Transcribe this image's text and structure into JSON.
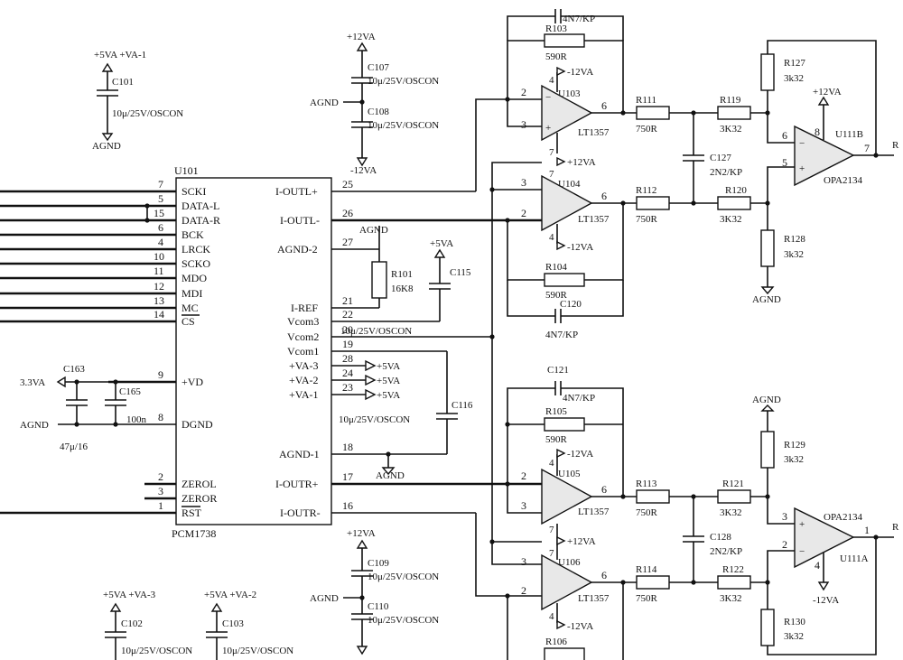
{
  "ic": {
    "name": "PCM1738",
    "ref": "U101",
    "left_pins": [
      {
        "num": "7",
        "name": "SCKI"
      },
      {
        "num": "5",
        "name": "DATA-L"
      },
      {
        "num": "15",
        "name": "DATA-R"
      },
      {
        "num": "6",
        "name": "BCK"
      },
      {
        "num": "4",
        "name": "LRCK"
      },
      {
        "num": "10",
        "name": "SCKO"
      },
      {
        "num": "11",
        "name": "MDO"
      },
      {
        "num": "12",
        "name": "MDI"
      },
      {
        "num": "13",
        "name": "MC"
      },
      {
        "num": "14",
        "name": "CS"
      },
      {
        "num": "9",
        "name": "+VD"
      },
      {
        "num": "8",
        "name": "DGND"
      },
      {
        "num": "2",
        "name": "ZEROL"
      },
      {
        "num": "3",
        "name": "ZEROR"
      },
      {
        "num": "1",
        "name": "RST"
      }
    ],
    "right_pins": [
      {
        "num": "25",
        "name": "I-OUTL+"
      },
      {
        "num": "26",
        "name": "I-OUTL-"
      },
      {
        "num": "27",
        "name": "AGND-2"
      },
      {
        "num": "21",
        "name": "I-REF"
      },
      {
        "num": "22",
        "name": "Vcom3"
      },
      {
        "num": "20",
        "name": "Vcom2"
      },
      {
        "num": "19",
        "name": "Vcom1"
      },
      {
        "num": "28",
        "name": "+VA-3"
      },
      {
        "num": "24",
        "name": "+VA-2"
      },
      {
        "num": "23",
        "name": "+VA-1"
      },
      {
        "num": "18",
        "name": "AGND-1"
      },
      {
        "num": "17",
        "name": "I-OUTR+"
      },
      {
        "num": "16",
        "name": "I-OUTR-"
      }
    ]
  },
  "power": {
    "p5va_va1": "+5VA +VA-1",
    "p12va": "+12VA",
    "m12va": "-12VA",
    "p5va": "+5VA",
    "p33va": "3.3VA",
    "p5va_va3": "+5VA +VA-3",
    "p5va_va2": "+5VA +VA-2",
    "agnd": "AGND"
  },
  "caps": {
    "c101": "C101",
    "c101_val": "10μ/25V/OSCON",
    "c107": "C107",
    "c107_val": "10μ/25V/OSCON",
    "c108": "C108",
    "c108_val": "10μ/25V/OSCON",
    "c115": "C115",
    "c115_val": "10μ/25V/OSCON",
    "c116": "C116",
    "c116_val": "10μ/25V/OSCON",
    "c163": "C163",
    "c163_val": "47μ/16",
    "c165": "C165",
    "c165_val": "100n",
    "c109": "C109",
    "c109_val": "10μ/25V/OSCON",
    "c110": "C110",
    "c110_val": "10μ/25V/OSCON",
    "c102": "C102",
    "c102_val": "10μ/25V/OSCON",
    "c103": "C103",
    "c103_val": "10μ/25V/OSCON",
    "c119_val": "4N7/KP",
    "c120": "C120",
    "c120_val": "4N7/KP",
    "c121": "C121",
    "c121_val": "4N7/KP",
    "c127": "C127",
    "c127_val": "2N2/KP",
    "c128": "C128",
    "c128_val": "2N2/KP"
  },
  "resistors": {
    "r101": "R101",
    "r101_val": "16K8",
    "r103": "R103",
    "r103_val": "590R",
    "r104": "R104",
    "r104_val": "590R",
    "r105": "R105",
    "r105_val": "590R",
    "r106": "R106",
    "r111": "R111",
    "r111_val": "750R",
    "r112": "R112",
    "r112_val": "750R",
    "r113": "R113",
    "r113_val": "750R",
    "r114": "R114",
    "r114_val": "750R",
    "r119": "R119",
    "r119_val": "3K32",
    "r120": "R120",
    "r120_val": "3K32",
    "r121": "R121",
    "r121_val": "3K32",
    "r122": "R122",
    "r122_val": "3K32",
    "r127": "R127",
    "r127_val": "3k32",
    "r128": "R128",
    "r128_val": "3k32",
    "r129": "R129",
    "r129_val": "3k32",
    "r130": "R130",
    "r130_val": "3k32"
  },
  "opamps": {
    "u103": "U103",
    "u104": "U104",
    "u105": "U105",
    "u106": "U106",
    "lt": "LT1357",
    "u111b": "U111B",
    "u111a": "U111A",
    "opa": "OPA2134"
  },
  "pins": {
    "p2": "2",
    "p3": "3",
    "p6": "6",
    "p7": "7",
    "p4": "4",
    "p5": "5",
    "p8": "8",
    "p1": "1"
  },
  "right_edge": {
    "r": "R",
    "seven": "7"
  }
}
